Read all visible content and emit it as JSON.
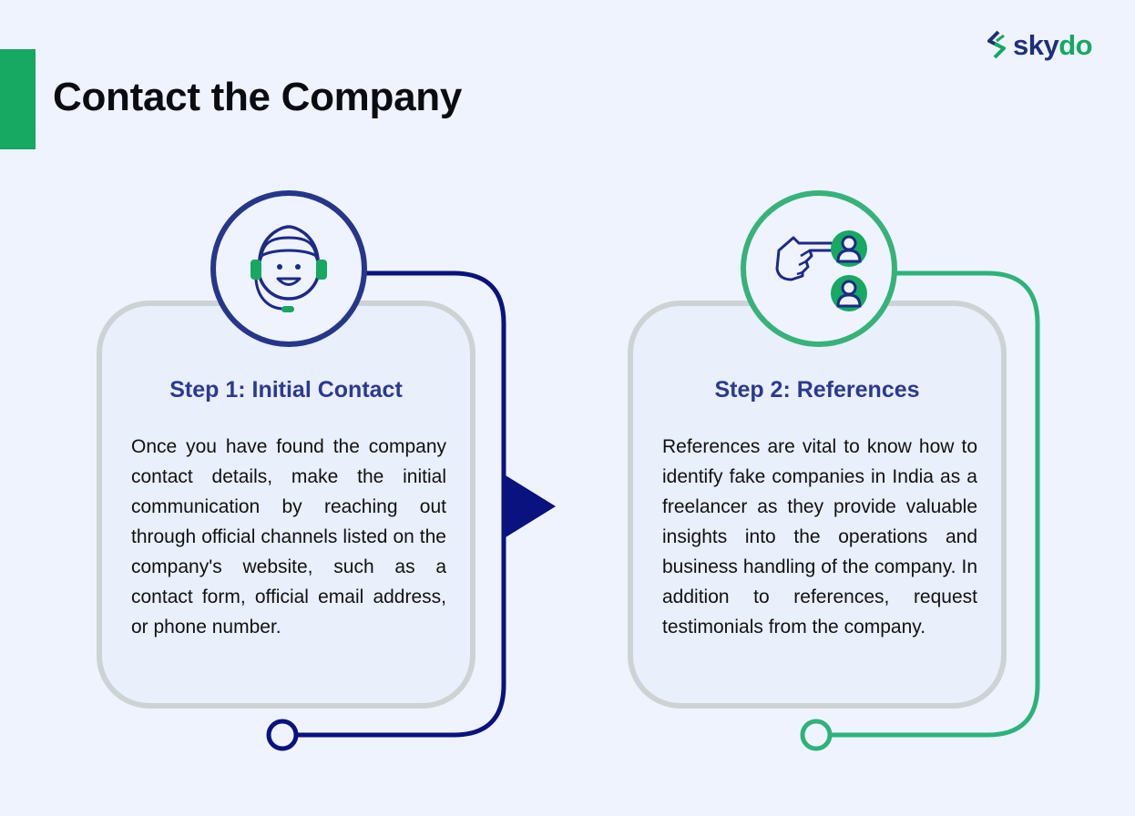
{
  "page": {
    "title": "Contact the Company"
  },
  "brand": {
    "name_part_1": "sky",
    "name_part_2": "do"
  },
  "colors": {
    "accent_green": "#17a862",
    "navy": "#26368b",
    "dark_navy": "#0a1280",
    "teal_green": "#2db37a",
    "card_border": "#cdd3d4"
  },
  "steps": [
    {
      "title": "Step 1: Initial Contact",
      "icon": "customer-support-headset-icon",
      "text": "Once you have found the company contact details, make the initial communication by reaching out through official channels listed on the company's website, such as a contact form, official email address, or phone number."
    },
    {
      "title": "Step 2: References",
      "icon": "pointing-hand-references-icon",
      "text": "References are vital to know how to identify fake companies in India as a freelancer as they provide valuable insights into the operations and business handling of the company. In addition to references, request testimonials from the company."
    }
  ]
}
